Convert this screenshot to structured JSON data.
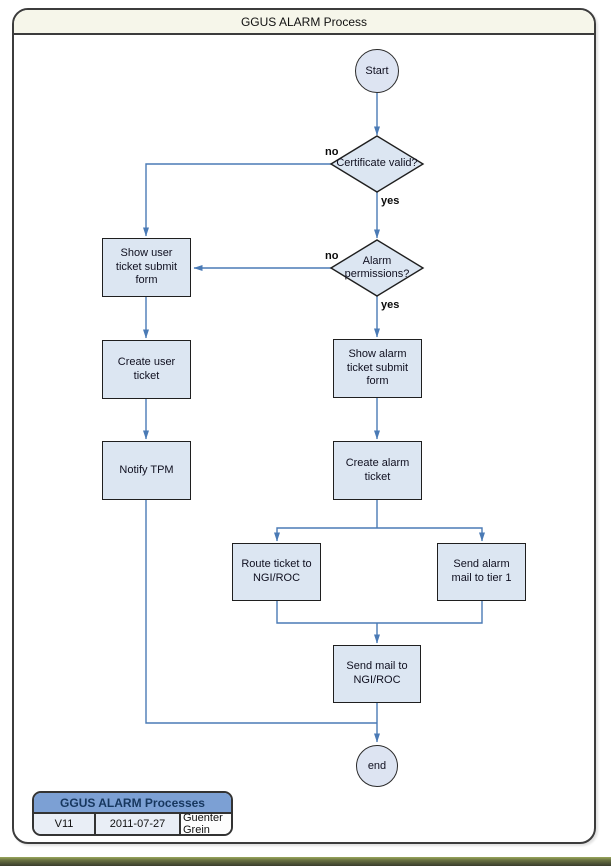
{
  "page": {
    "title": "GGUS ALARM Process"
  },
  "flow": {
    "nodes": {
      "start": {
        "label": "Start",
        "type": "terminator"
      },
      "certificate_valid": {
        "label": "Certificate valid?",
        "type": "decision"
      },
      "alarm_permissions": {
        "label": "Alarm permissions?",
        "type": "decision"
      },
      "show_user_ticket_form": {
        "label": "Show user ticket submit form",
        "type": "process"
      },
      "create_user_ticket": {
        "label": "Create user ticket",
        "type": "process"
      },
      "notify_tpm": {
        "label": "Notify TPM",
        "type": "process"
      },
      "show_alarm_ticket_form": {
        "label": "Show alarm ticket submit form",
        "type": "process"
      },
      "create_alarm_ticket": {
        "label": "Create alarm ticket",
        "type": "process"
      },
      "route_ticket_ngi_roc": {
        "label": "Route ticket to NGI/ROC",
        "type": "process"
      },
      "send_alarm_mail_tier1": {
        "label": "Send alarm mail to tier 1",
        "type": "process"
      },
      "send_mail_ngi_roc": {
        "label": "Send mail to NGI/ROC",
        "type": "process"
      },
      "end": {
        "label": "end",
        "type": "terminator"
      }
    },
    "edge_labels": {
      "certificate_no": "no",
      "certificate_yes": "yes",
      "permissions_no": "no",
      "permissions_yes": "yes"
    }
  },
  "legend": {
    "title": "GGUS ALARM Processes",
    "version": "V11",
    "date": "2011-07-27",
    "author": "Guenter Grein"
  },
  "colors": {
    "node_fill": "#dce6f2",
    "node_border": "#1f1f1f",
    "connector": "#4a7ab5",
    "frame_header_bg": "#f6f6ea",
    "legend_header_bg": "#7ca0d4",
    "legend_header_text": "#17375e"
  }
}
